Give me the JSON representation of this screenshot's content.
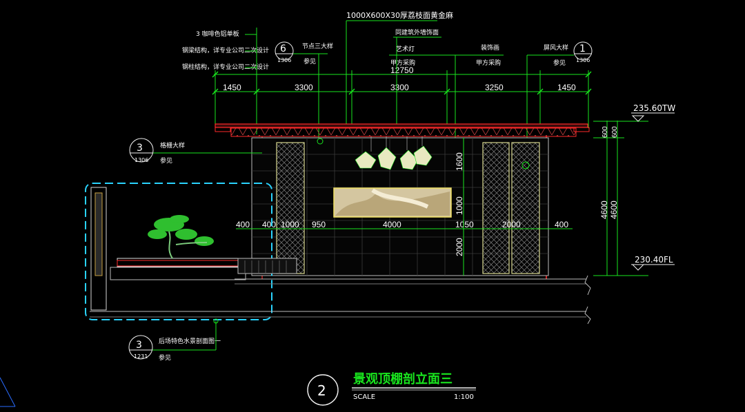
{
  "drawing": {
    "title_number": "2",
    "title": "景观顶棚剖立面三",
    "scale_label": "SCALE",
    "scale_value": "1:100"
  },
  "callouts": {
    "top_material": "1000X600X30厚荔枝面黄金麻",
    "same_wall": "同建筑外墙饰面",
    "left_notes": [
      "3 咖啡色铝单板",
      "钢梁结构，详专业公司二次设计",
      "钢柱结构，详专业公司二次设计"
    ],
    "art_lamp": "艺术灯",
    "purchase_1": "甲方采购",
    "deco": "装饰画",
    "purchase_2": "甲方采购",
    "screen_detail": "屏风大样",
    "see_1": "参见",
    "node3": "节点三大样",
    "see_2": "参见",
    "trellis": "格栅大样",
    "see_3": "参见",
    "back_pool": "后场特色水景剖面图一",
    "see_4": "参见"
  },
  "symbols": [
    {
      "top": "6",
      "bottom": "1306"
    },
    {
      "top": "1",
      "bottom": "1306"
    },
    {
      "top": "3",
      "bottom": "1306"
    },
    {
      "top": "3",
      "bottom": "1231"
    }
  ],
  "dimensions": {
    "overall": "12750",
    "top_row": [
      "1450",
      "3300",
      "3300",
      "3250",
      "1450"
    ],
    "mid_row": [
      "400",
      "400",
      "1000",
      "950",
      "4000",
      "1050",
      "2000",
      "400"
    ],
    "vertical_left": [
      "1600",
      "1000",
      "2000"
    ],
    "vertical_right_small": [
      "600",
      "600"
    ],
    "vertical_right_big": [
      "4600",
      "4600"
    ]
  },
  "levels": {
    "top": "235.60TW",
    "bottom": "230.40FL"
  },
  "colors": {
    "background": "#000000",
    "dim_line": "#19e61e",
    "structure": "#ff2a2a",
    "outline": "#f2f2f2",
    "dashed_box": "#2ad4ff",
    "panel": "#d8d890"
  }
}
